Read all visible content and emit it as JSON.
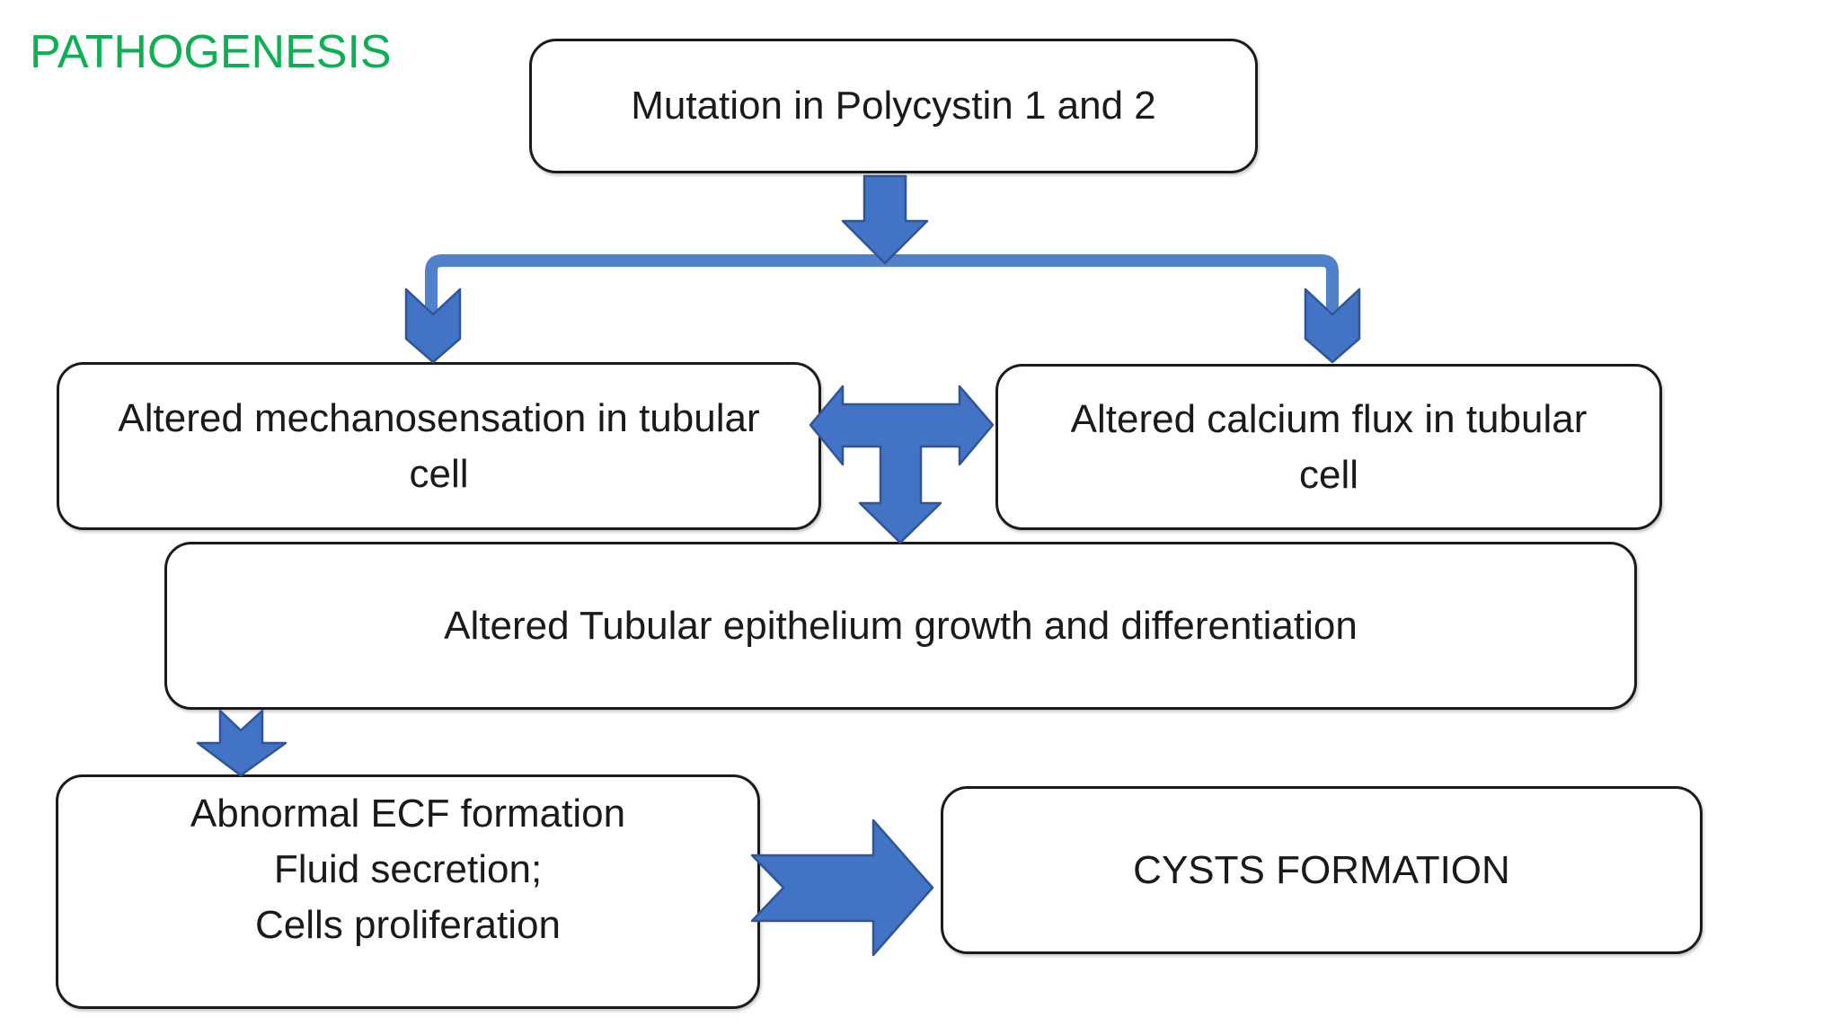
{
  "slide": {
    "title": "PATHOGENESIS",
    "background": "#FFFFFF"
  },
  "colors": {
    "title_green": "#0CB052",
    "arrow_fill": "#4273C4",
    "arrow_stroke": "#2F5597",
    "connector_blue": "#5181CA",
    "box_border": "#1B1B1B",
    "text": "#1A1A1A"
  },
  "nodes": {
    "mutation": {
      "lines": [
        "Mutation in Polycystin 1 and 2"
      ]
    },
    "mechanosensation": {
      "lines": [
        "Altered mechanosensation in tubular",
        "cell"
      ]
    },
    "calcium_flux": {
      "lines": [
        "Altered calcium flux in tubular",
        "cell"
      ]
    },
    "epithelium_growth": {
      "lines": [
        "Altered Tubular epithelium growth and differentiation"
      ]
    },
    "abnormal_ecf": {
      "lines": [
        "Abnormal ECF formation",
        "Fluid secretion;",
        "Cells proliferation"
      ]
    },
    "cysts_formation": {
      "lines": [
        "CYSTS FORMATION"
      ]
    }
  },
  "arrows": {
    "mutation_to_branch": "block arrow down",
    "branch_connector": "elbow connector splitting left and right",
    "branch_left": "chevron arrow down into mechanosensation box",
    "branch_right": "chevron arrow down into calcium flux box",
    "three_way": "left-right-down arrow linking both middle boxes to epithelium box",
    "epithelium_to_abnormal": "notched block arrow down",
    "abnormal_to_cysts": "notched block arrow right"
  }
}
